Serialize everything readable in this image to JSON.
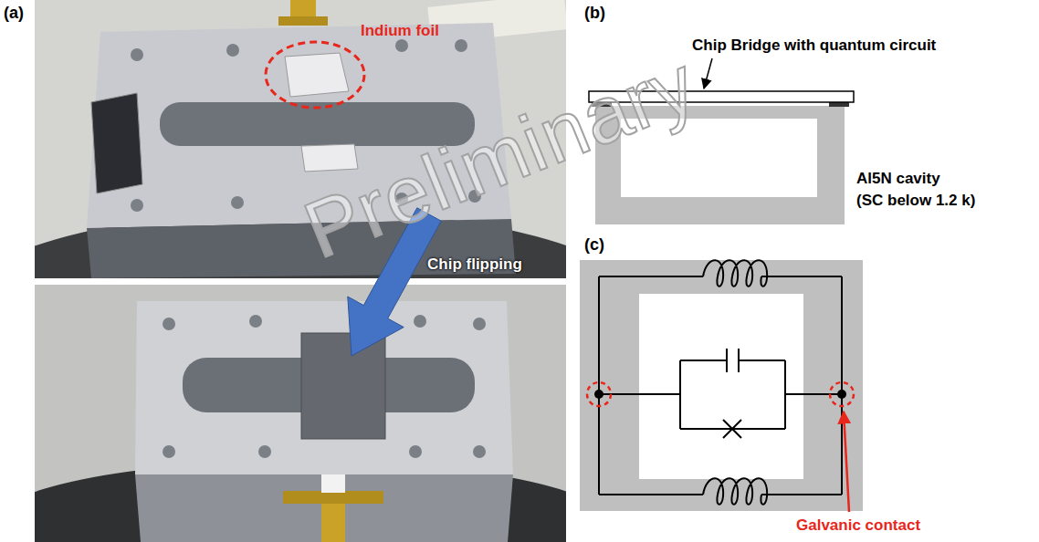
{
  "diagram": {
    "labels": [
      "(a)",
      "Indium foil",
      "Chip flipping",
      "(b)",
      "Chip Bridge with quantum circuit",
      "Al5N cavity",
      "(SC below 1.2 k)",
      "(c)",
      "Galvanic contact",
      "Preliminary"
    ]
  }
}
